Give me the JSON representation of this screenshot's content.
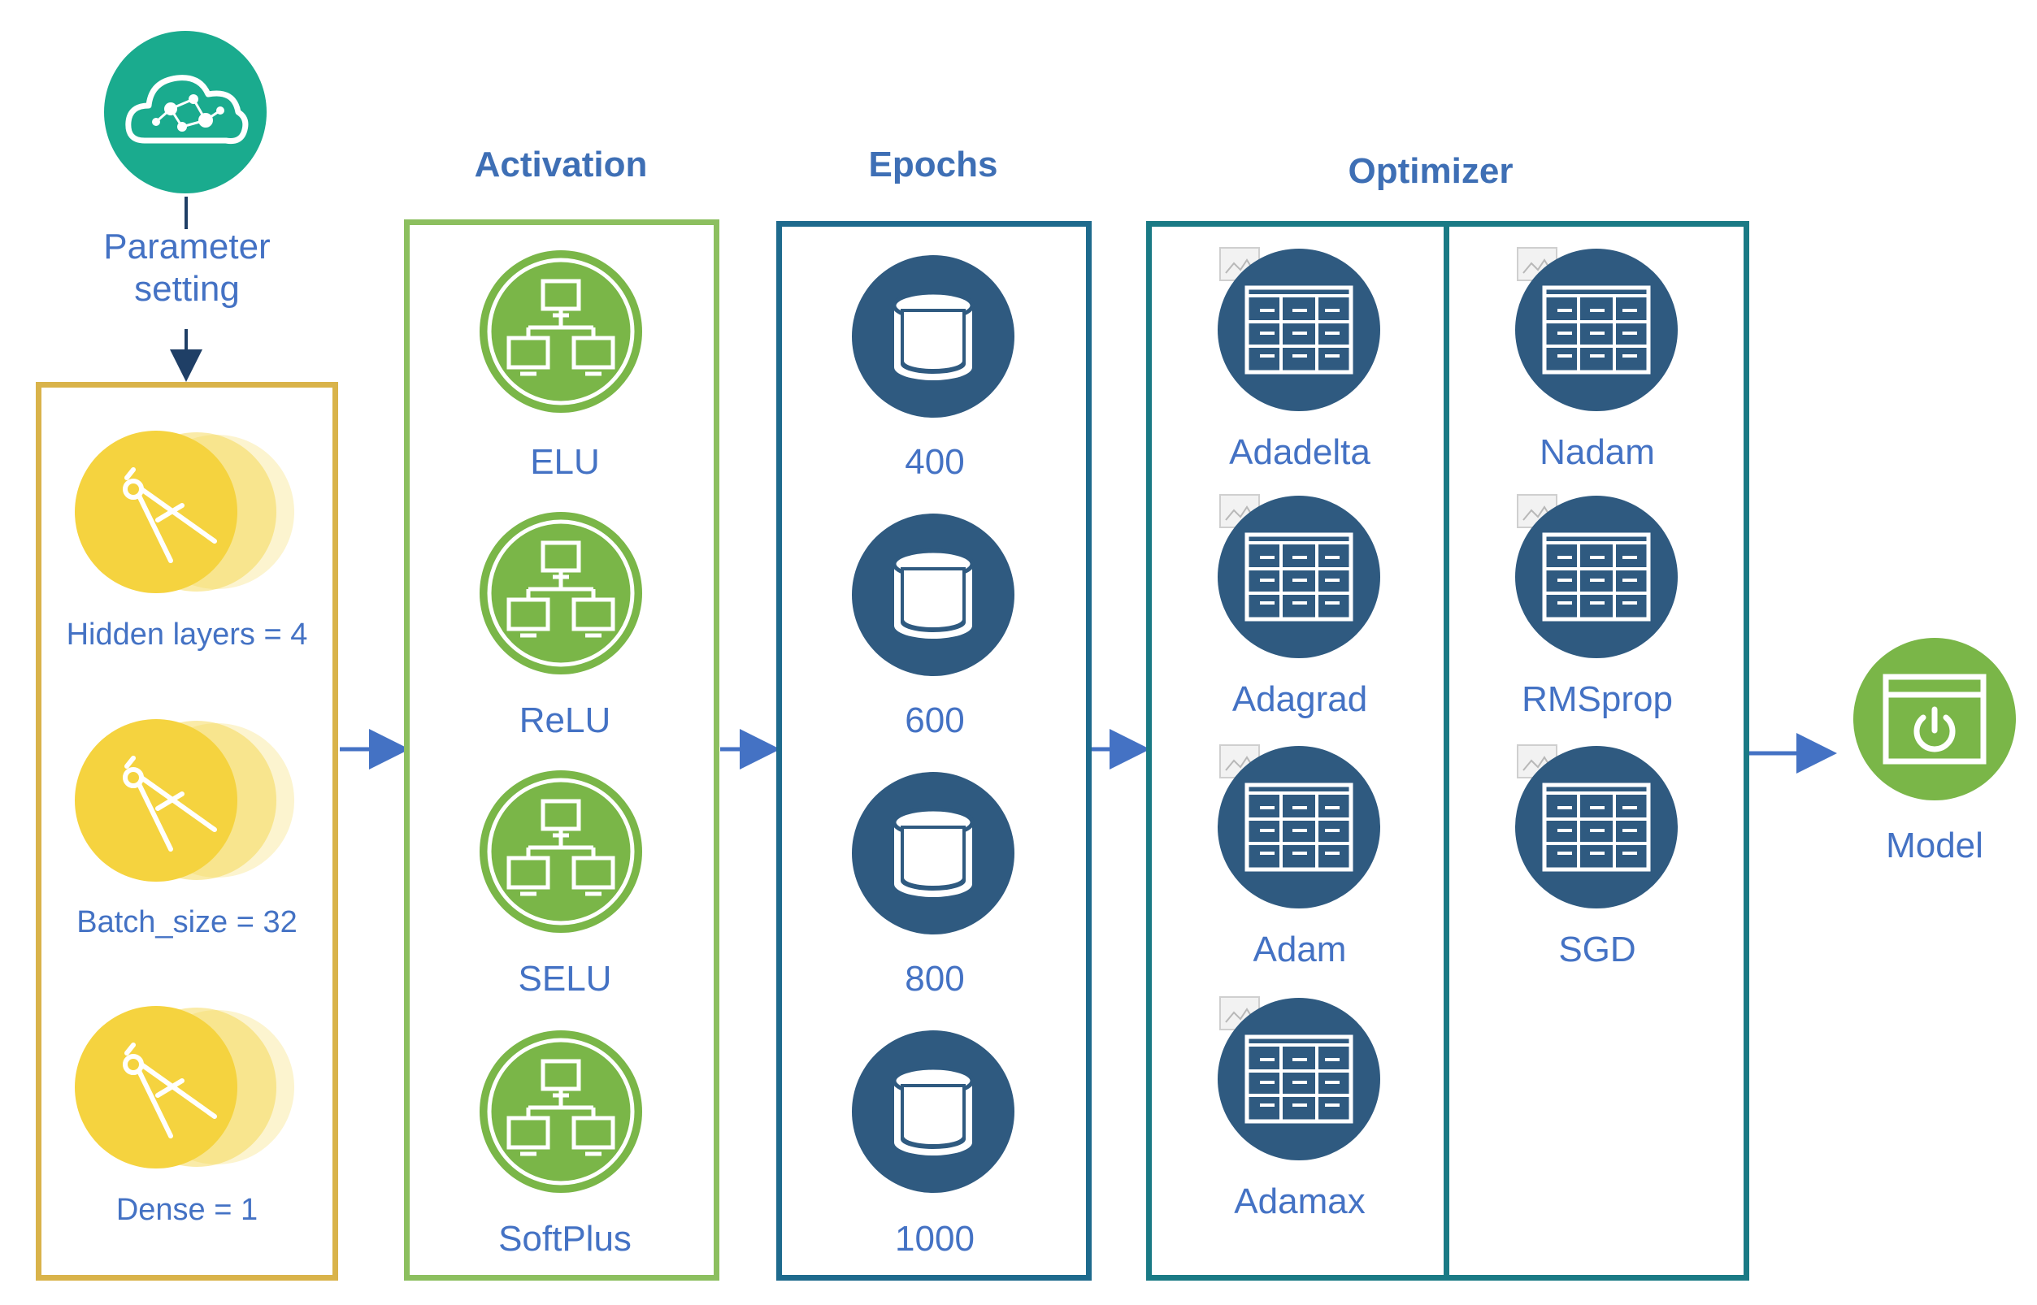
{
  "parameter": {
    "label": "Parameter setting",
    "items": [
      {
        "label": "Hidden layers = 4"
      },
      {
        "label": "Batch_size = 32"
      },
      {
        "label": "Dense = 1"
      }
    ]
  },
  "activation": {
    "title": "Activation",
    "items": [
      {
        "label": "ELU"
      },
      {
        "label": "ReLU"
      },
      {
        "label": "SELU"
      },
      {
        "label": "SoftPlus"
      }
    ]
  },
  "epochs": {
    "title": "Epochs",
    "items": [
      {
        "label": "400"
      },
      {
        "label": "600"
      },
      {
        "label": "800"
      },
      {
        "label": "1000"
      }
    ]
  },
  "optimizer": {
    "title": "Optimizer",
    "left": [
      {
        "label": "Adadelta"
      },
      {
        "label": "Adagrad"
      },
      {
        "label": "Adam"
      },
      {
        "label": "Adamax"
      }
    ],
    "right": [
      {
        "label": "Nadam"
      },
      {
        "label": "RMSprop"
      },
      {
        "label": "SGD"
      }
    ]
  },
  "model": {
    "label": "Model"
  },
  "colors": {
    "teal": "#1aab8e",
    "yellow": "#f5d33f",
    "green": "#7ab648",
    "navy": "#2f5a80",
    "text": "#4472c4",
    "arrow": "#4472c4",
    "panel_param": "#d9b34a",
    "panel_activation": "#8cbf5f",
    "panel_epochs": "#1e6a8d",
    "panel_optimizer": "#1a7a85"
  },
  "icons": {
    "parameter": "cloud-network-icon",
    "param_items": "compass-icon",
    "activation": "network-computers-icon",
    "epochs": "database-cylinder-icon",
    "optimizer": "table-grid-icon",
    "model": "power-window-icon"
  }
}
